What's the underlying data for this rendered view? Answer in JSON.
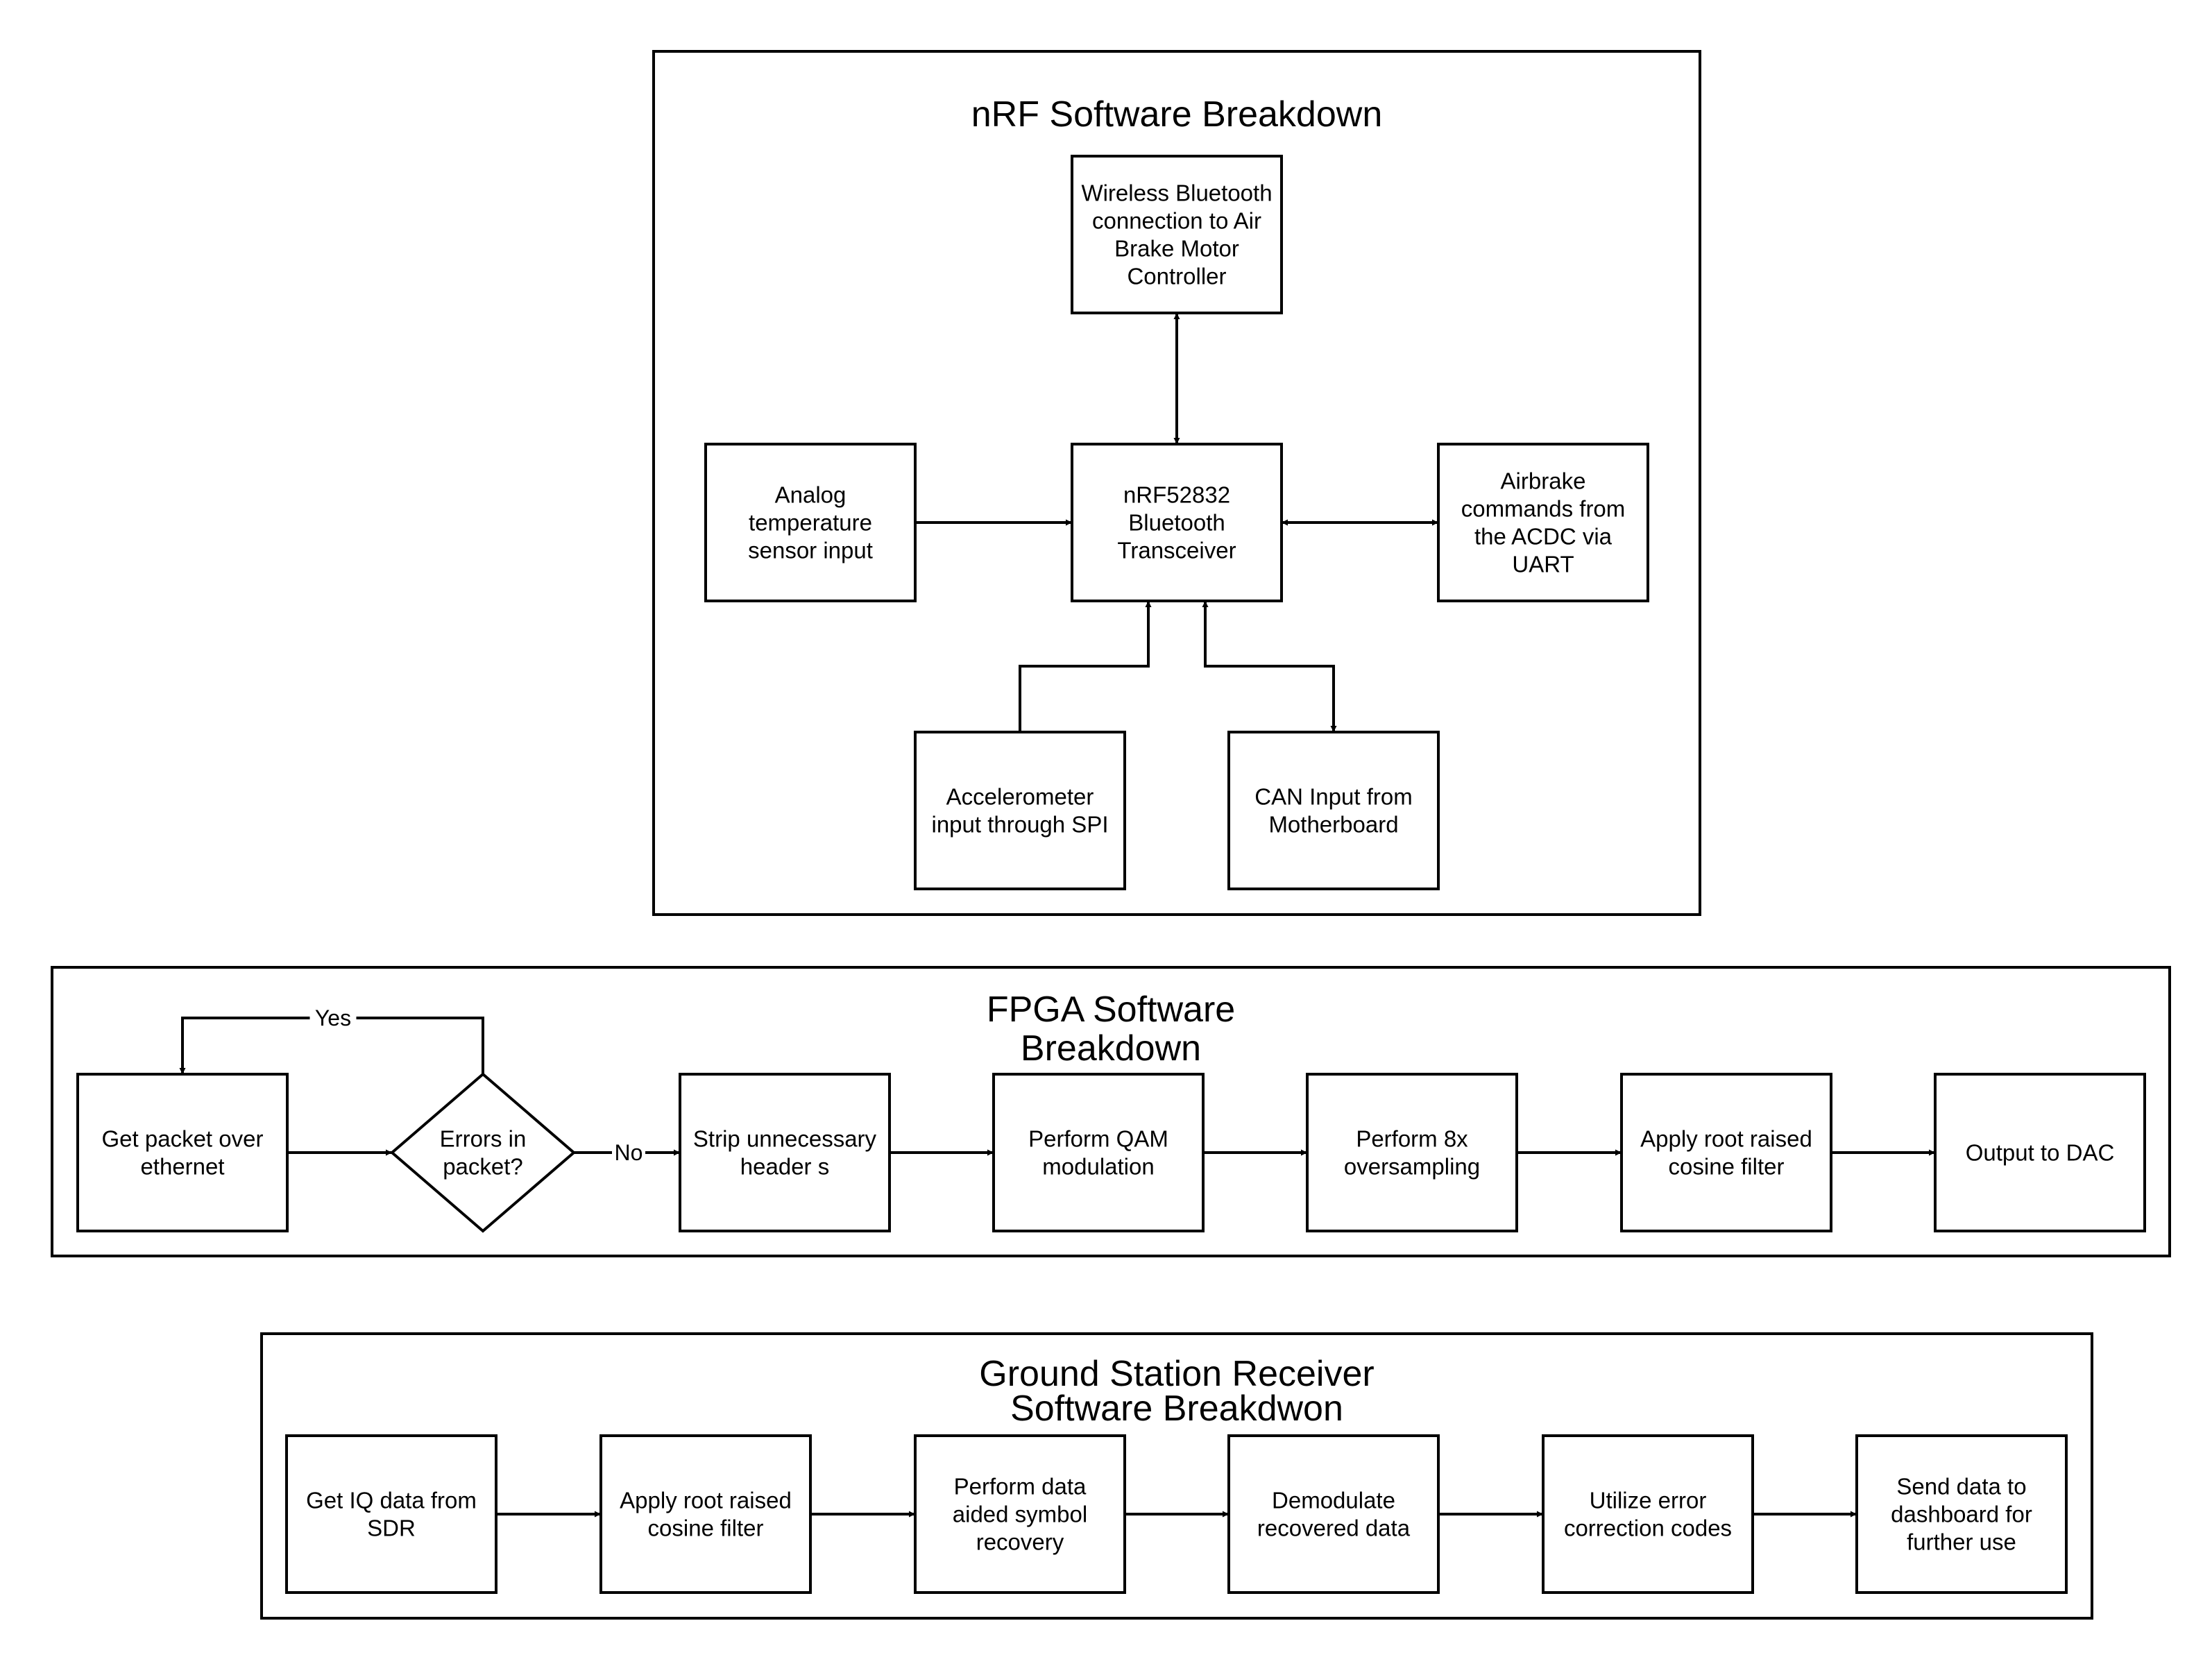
{
  "panels": [
    {
      "id": "nrf",
      "title": [
        "nRF Software Breakdown"
      ]
    },
    {
      "id": "fpga",
      "title": [
        "FPGA Software",
        "Breakdown"
      ]
    },
    {
      "id": "ground",
      "title": [
        "Ground Station Receiver",
        "Software Breakdwon"
      ]
    }
  ],
  "nodes": [
    {
      "id": "wireless",
      "panel": "nrf",
      "shape": "rect",
      "lines": [
        "Wireless Bluetooth",
        "connection to Air",
        "Brake Motor",
        "Controller"
      ]
    },
    {
      "id": "analog",
      "panel": "nrf",
      "shape": "rect",
      "lines": [
        "Analog",
        "temperature",
        "sensor input"
      ]
    },
    {
      "id": "nrf52832",
      "panel": "nrf",
      "shape": "rect",
      "lines": [
        "nRF52832",
        "Bluetooth",
        "Transceiver"
      ]
    },
    {
      "id": "airbrake",
      "panel": "nrf",
      "shape": "rect",
      "lines": [
        "Airbrake",
        "commands from",
        "the ACDC via",
        "UART"
      ]
    },
    {
      "id": "accel",
      "panel": "nrf",
      "shape": "rect",
      "lines": [
        "Accelerometer",
        "input through SPI"
      ]
    },
    {
      "id": "can",
      "panel": "nrf",
      "shape": "rect",
      "lines": [
        "CAN Input from",
        "Motherboard"
      ]
    },
    {
      "id": "get-packet",
      "panel": "fpga",
      "shape": "rect",
      "lines": [
        "Get packet  over",
        "ethernet"
      ]
    },
    {
      "id": "errors",
      "panel": "fpga",
      "shape": "diamond",
      "lines": [
        "Errors in",
        "packet?"
      ]
    },
    {
      "id": "strip",
      "panel": "fpga",
      "shape": "rect",
      "lines": [
        "Strip unnecessary",
        "header s"
      ]
    },
    {
      "id": "qam",
      "panel": "fpga",
      "shape": "rect",
      "lines": [
        "Perform QAM",
        "modulation"
      ]
    },
    {
      "id": "oversample",
      "panel": "fpga",
      "shape": "rect",
      "lines": [
        "Perform 8x",
        "oversampling"
      ]
    },
    {
      "id": "rrc-tx",
      "panel": "fpga",
      "shape": "rect",
      "lines": [
        "Apply root raised",
        "cosine filter"
      ]
    },
    {
      "id": "dac",
      "panel": "fpga",
      "shape": "rect",
      "lines": [
        "Output to DAC"
      ]
    },
    {
      "id": "iq",
      "panel": "ground",
      "shape": "rect",
      "lines": [
        "Get IQ data from",
        "SDR"
      ]
    },
    {
      "id": "rrc-rx",
      "panel": "ground",
      "shape": "rect",
      "lines": [
        "Apply root raised",
        "cosine filter"
      ]
    },
    {
      "id": "symbol",
      "panel": "ground",
      "shape": "rect",
      "lines": [
        "Perform data",
        "aided symbol",
        "recovery"
      ]
    },
    {
      "id": "demod",
      "panel": "ground",
      "shape": "rect",
      "lines": [
        "Demodulate",
        "recovered data"
      ]
    },
    {
      "id": "ecc",
      "panel": "ground",
      "shape": "rect",
      "lines": [
        "Utilize error",
        "correction codes"
      ]
    },
    {
      "id": "dashboard",
      "panel": "ground",
      "shape": "rect",
      "lines": [
        "Send data to",
        "dashboard for",
        "further use"
      ]
    }
  ],
  "edges": [
    {
      "id": "wireless-nrf52832",
      "from": "wireless",
      "to": "nrf52832",
      "bidirectional": true,
      "label": ""
    },
    {
      "id": "analog-nrf52832",
      "from": "analog",
      "to": "nrf52832",
      "bidirectional": false,
      "label": ""
    },
    {
      "id": "nrf52832-airbrake",
      "from": "nrf52832",
      "to": "airbrake",
      "bidirectional": true,
      "label": ""
    },
    {
      "id": "accel-nrf52832",
      "from": "accel",
      "to": "nrf52832",
      "bidirectional": false,
      "label": ""
    },
    {
      "id": "nrf52832-can",
      "from": "nrf52832",
      "to": "can",
      "bidirectional": true,
      "label": ""
    },
    {
      "id": "get-packet-errors",
      "from": "get-packet",
      "to": "errors",
      "bidirectional": false,
      "label": ""
    },
    {
      "id": "errors-get-packet",
      "from": "errors",
      "to": "get-packet",
      "bidirectional": false,
      "label": "Yes"
    },
    {
      "id": "errors-strip",
      "from": "errors",
      "to": "strip",
      "bidirectional": false,
      "label": "No"
    },
    {
      "id": "strip-qam",
      "from": "strip",
      "to": "qam",
      "bidirectional": false,
      "label": ""
    },
    {
      "id": "qam-oversample",
      "from": "qam",
      "to": "oversample",
      "bidirectional": false,
      "label": ""
    },
    {
      "id": "oversample-rrc-tx",
      "from": "oversample",
      "to": "rrc-tx",
      "bidirectional": false,
      "label": ""
    },
    {
      "id": "rrc-tx-dac",
      "from": "rrc-tx",
      "to": "dac",
      "bidirectional": false,
      "label": ""
    },
    {
      "id": "iq-rrc-rx",
      "from": "iq",
      "to": "rrc-rx",
      "bidirectional": false,
      "label": ""
    },
    {
      "id": "rrc-rx-symbol",
      "from": "rrc-rx",
      "to": "symbol",
      "bidirectional": false,
      "label": ""
    },
    {
      "id": "symbol-demod",
      "from": "symbol",
      "to": "demod",
      "bidirectional": false,
      "label": ""
    },
    {
      "id": "demod-ecc",
      "from": "demod",
      "to": "ecc",
      "bidirectional": false,
      "label": ""
    },
    {
      "id": "ecc-dashboard",
      "from": "ecc",
      "to": "dashboard",
      "bidirectional": false,
      "label": ""
    }
  ]
}
